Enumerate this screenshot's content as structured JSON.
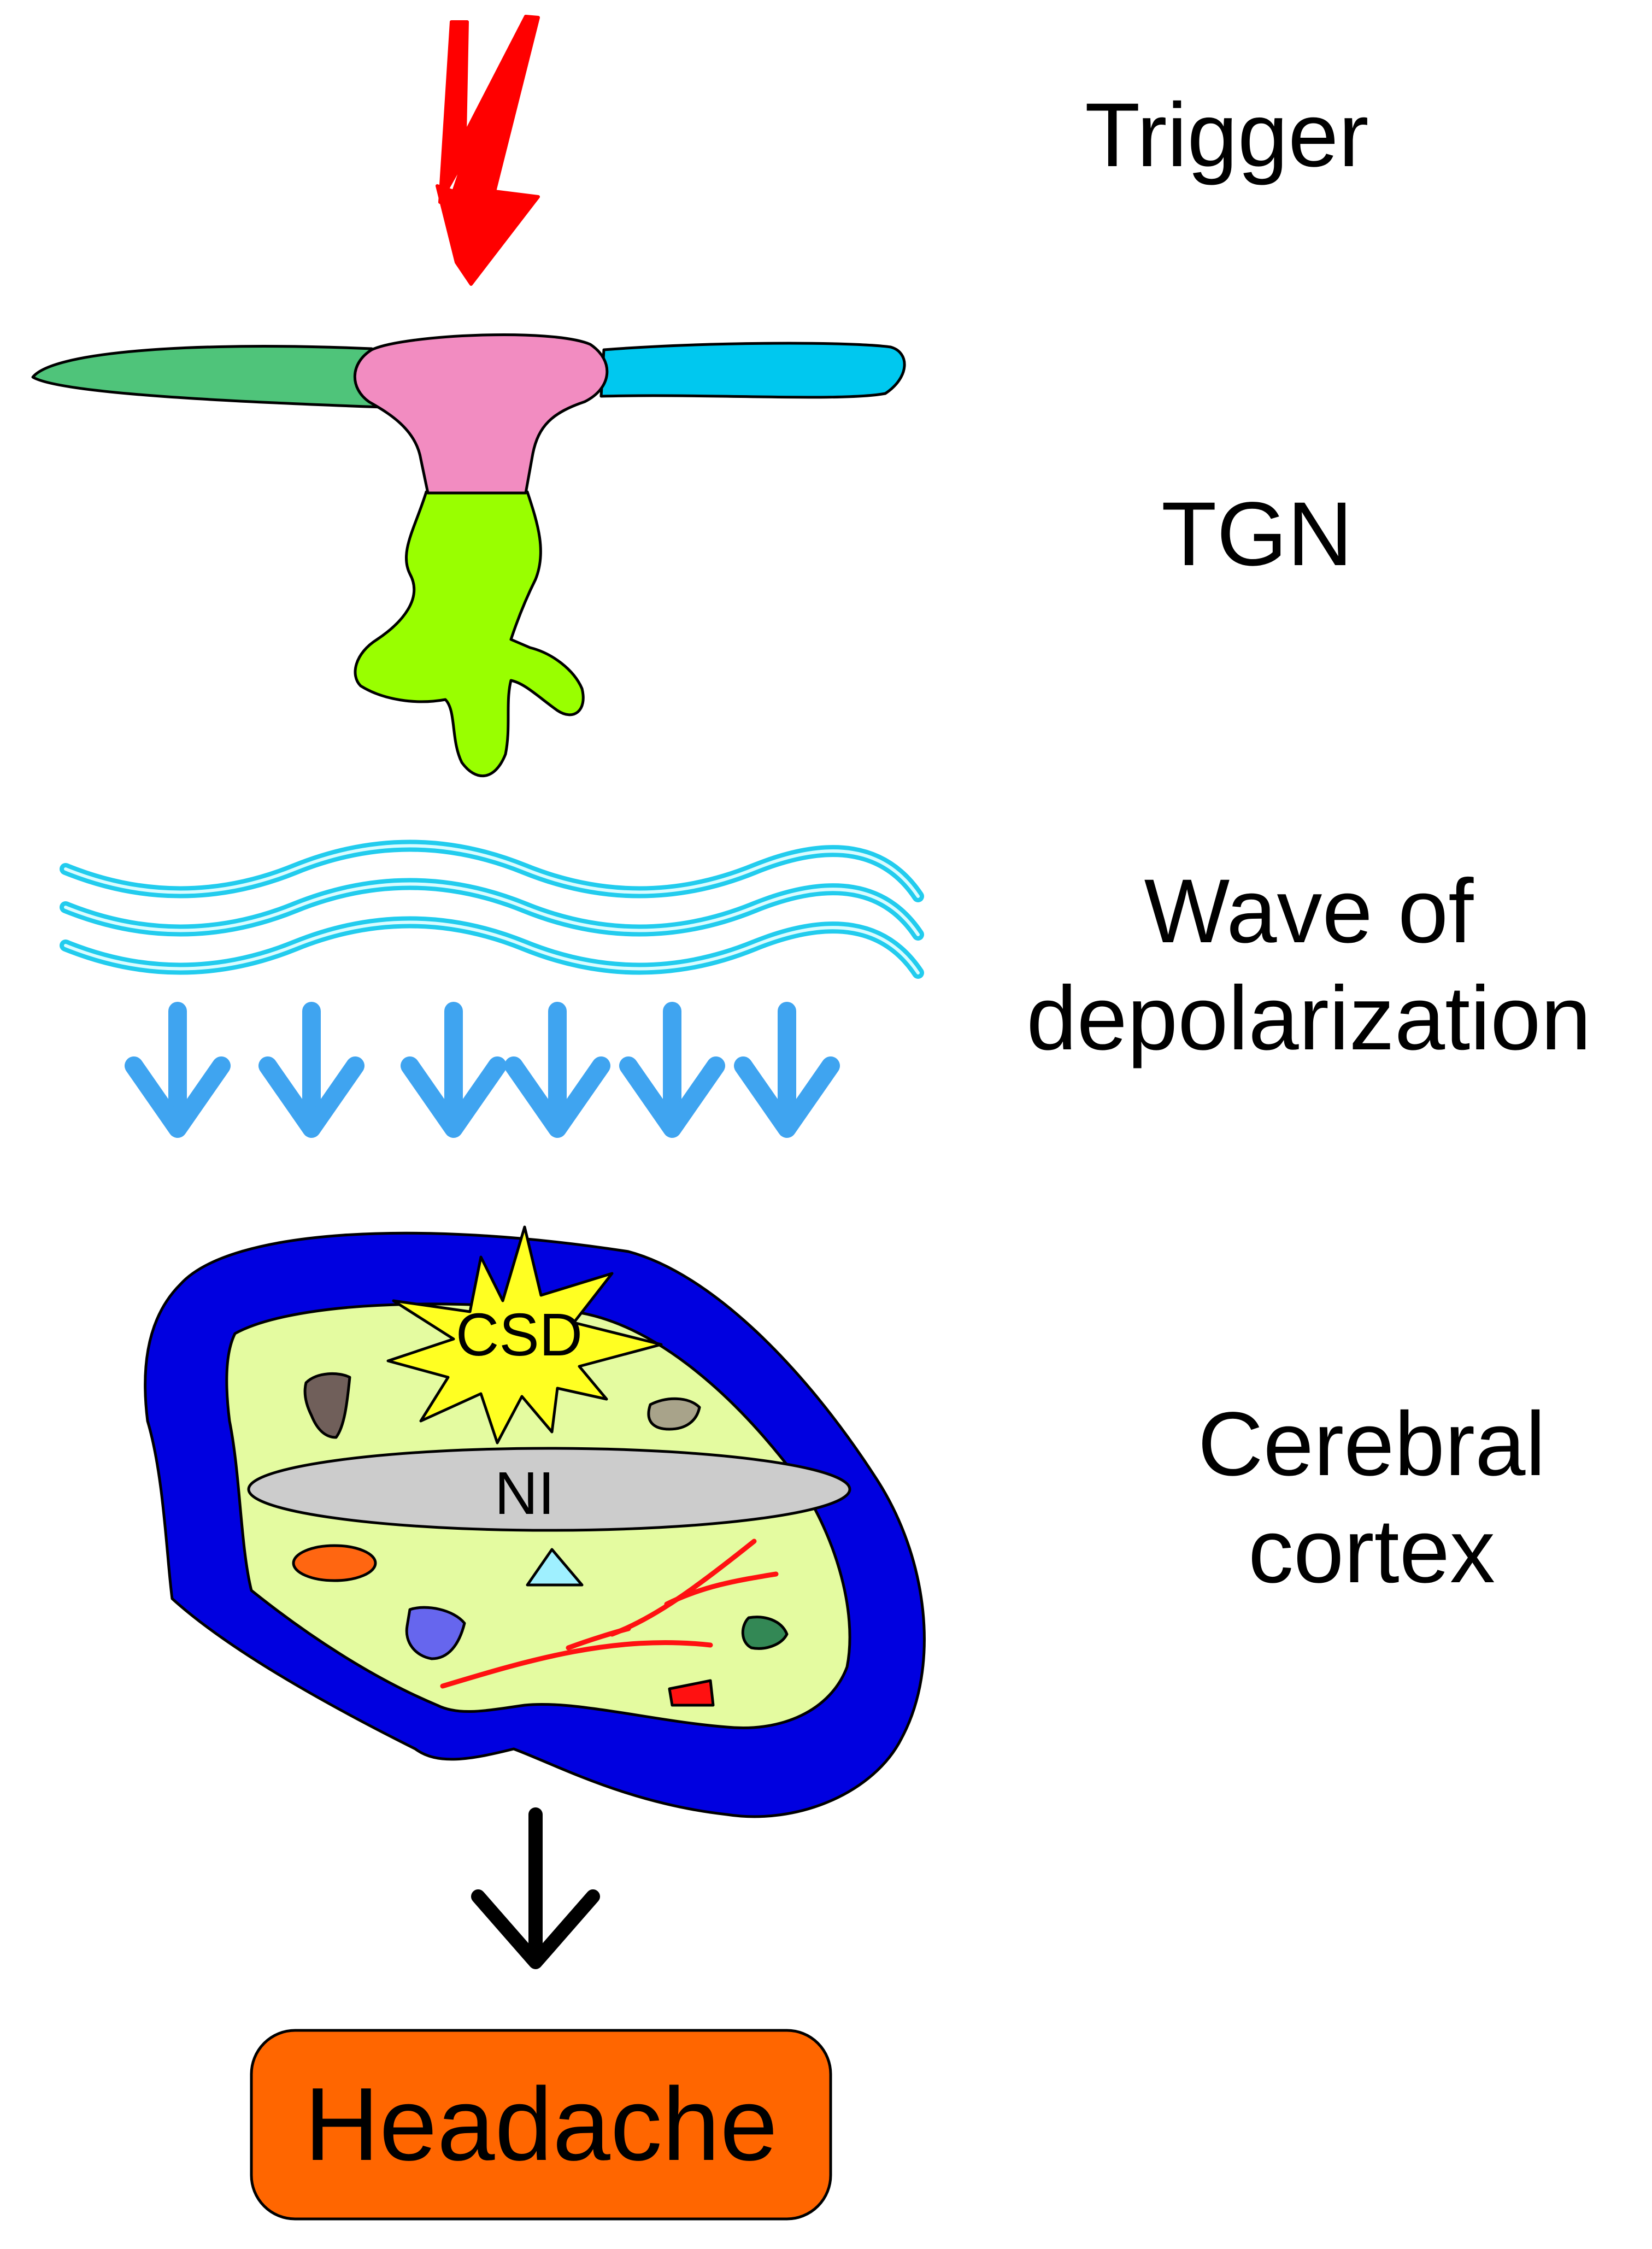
{
  "labels": {
    "trigger": "Trigger",
    "tgn": "TGN",
    "wave_line1": "Wave of",
    "wave_line2": "depolarization",
    "cortex_line1": "Cerebral",
    "cortex_line2": "cortex",
    "headache": "Headache",
    "csd": "CSD",
    "ni": "NI"
  },
  "colors": {
    "trigger_arrow": "#ff0000",
    "tgn_left_lobe": "#4fc47a",
    "tgn_center": "#f28cc1",
    "tgn_right_lobe": "#00c8ef",
    "tgn_root": "#99ff00",
    "wave": "#33ddee",
    "wave_arrows": "#3fa4f0",
    "cortex_outer": "#0000e0",
    "cortex_inner": "#e4fba0",
    "csd_star": "#ffff22",
    "ni_ellipse": "#cccccc",
    "vessels": "#ff1111",
    "headache_box": "#ff6600",
    "final_arrow": "#000000"
  }
}
